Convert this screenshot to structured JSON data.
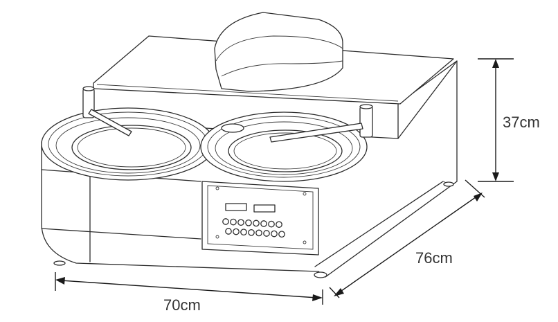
{
  "dimensions": {
    "width_label": "70cm",
    "depth_label": "76cm",
    "height_label": "37cm"
  },
  "colors": {
    "line": "#2b2b2b",
    "label": "#333333",
    "background": "#ffffff"
  },
  "control_panel": {
    "display_count": 2,
    "button_rows": 2,
    "buttons_per_row": 8
  }
}
